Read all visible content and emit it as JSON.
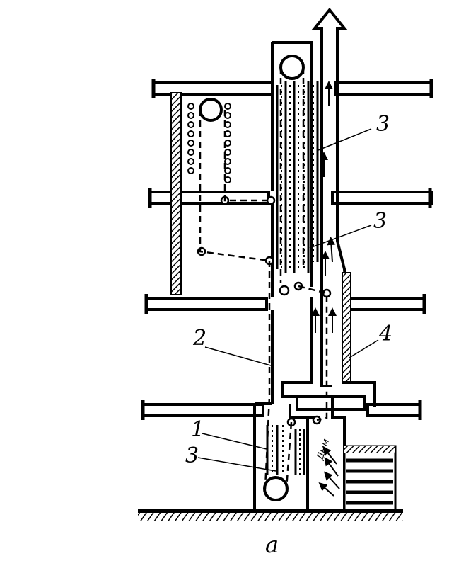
{
  "callouts": {
    "c1": "1",
    "c2": "2",
    "c3_top": "3",
    "c3_middle": "3",
    "c3_bottom": "3",
    "c4": "4"
  },
  "smoke_label": "Дым",
  "caption": "а"
}
